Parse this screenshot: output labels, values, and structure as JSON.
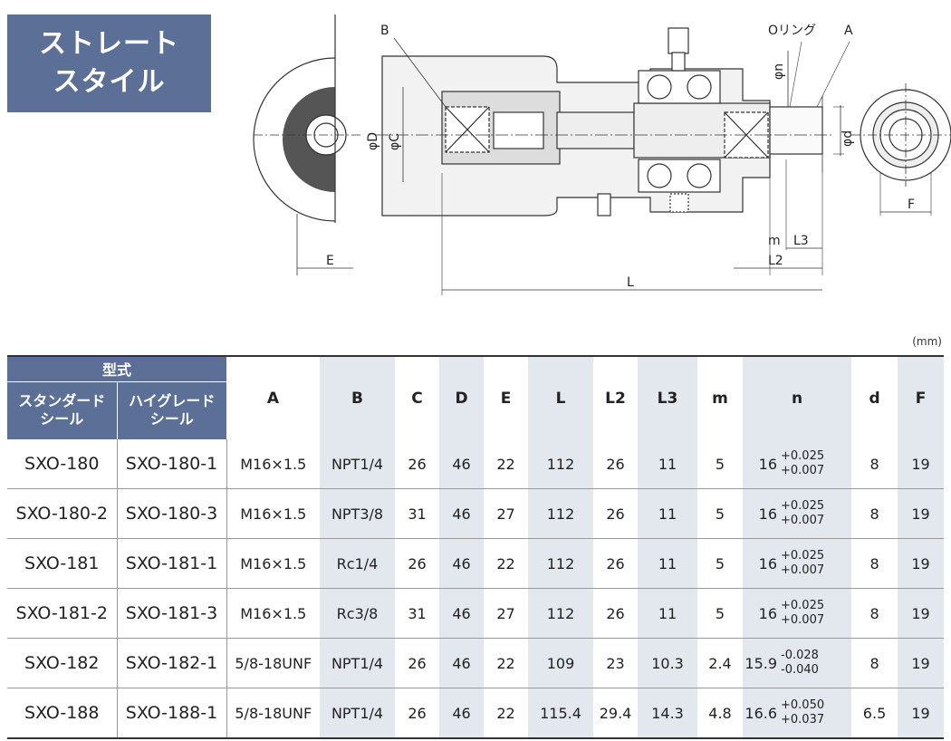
{
  "title": {
    "line1": "ストレート",
    "line2": "スタイル"
  },
  "drawing_labels": {
    "B": "B",
    "phiD": "φD",
    "phiC": "φC",
    "o_ring": "Oリング",
    "A": "A",
    "phin": "φn",
    "phid": "φd",
    "E": "E",
    "m": "m",
    "L3": "L3",
    "L2": "L2",
    "L": "L",
    "F": "F"
  },
  "unit": "(mm)",
  "table": {
    "header_group": "型式",
    "header_standard": "スタンダード\nシール",
    "header_high": "ハイグレード\nシール",
    "columns": [
      "A",
      "B",
      "C",
      "D",
      "E",
      "L",
      "L2",
      "L3",
      "m",
      "n",
      "d",
      "F"
    ],
    "rows": [
      {
        "std": "SXO-180",
        "high": "SXO-180-1",
        "A": "M16×1.5",
        "B": "NPT1/4",
        "C": "26",
        "D": "46",
        "E": "22",
        "L": "112",
        "L2": "26",
        "L3": "11",
        "m": "5",
        "n": "16",
        "n_tol_upper": "+0.025",
        "n_tol_lower": "+0.007",
        "d": "8",
        "F": "19"
      },
      {
        "std": "SXO-180-2",
        "high": "SXO-180-3",
        "A": "M16×1.5",
        "B": "NPT3/8",
        "C": "31",
        "D": "46",
        "E": "27",
        "L": "112",
        "L2": "26",
        "L3": "11",
        "m": "5",
        "n": "16",
        "n_tol_upper": "+0.025",
        "n_tol_lower": "+0.007",
        "d": "8",
        "F": "19"
      },
      {
        "std": "SXO-181",
        "high": "SXO-181-1",
        "A": "M16×1.5",
        "B": "Rc1/4",
        "C": "26",
        "D": "46",
        "E": "22",
        "L": "112",
        "L2": "26",
        "L3": "11",
        "m": "5",
        "n": "16",
        "n_tol_upper": "+0.025",
        "n_tol_lower": "+0.007",
        "d": "8",
        "F": "19"
      },
      {
        "std": "SXO-181-2",
        "high": "SXO-181-3",
        "A": "M16×1.5",
        "B": "Rc3/8",
        "C": "31",
        "D": "46",
        "E": "27",
        "L": "112",
        "L2": "26",
        "L3": "11",
        "m": "5",
        "n": "16",
        "n_tol_upper": "+0.025",
        "n_tol_lower": "+0.007",
        "d": "8",
        "F": "19"
      },
      {
        "std": "SXO-182",
        "high": "SXO-182-1",
        "A": "5/8-18UNF",
        "B": "NPT1/4",
        "C": "26",
        "D": "46",
        "E": "22",
        "L": "109",
        "L2": "23",
        "L3": "10.3",
        "m": "2.4",
        "n": "15.9",
        "n_tol_upper": "-0.028",
        "n_tol_lower": "-0.040",
        "d": "8",
        "F": "19"
      },
      {
        "std": "SXO-188",
        "high": "SXO-188-1",
        "A": "5/8-18UNF",
        "B": "NPT1/4",
        "C": "26",
        "D": "46",
        "E": "22",
        "L": "115.4",
        "L2": "29.4",
        "L3": "14.3",
        "m": "4.8",
        "n": "16.6",
        "n_tol_upper": "+0.050",
        "n_tol_lower": "+0.037",
        "d": "6.5",
        "F": "19"
      }
    ]
  }
}
